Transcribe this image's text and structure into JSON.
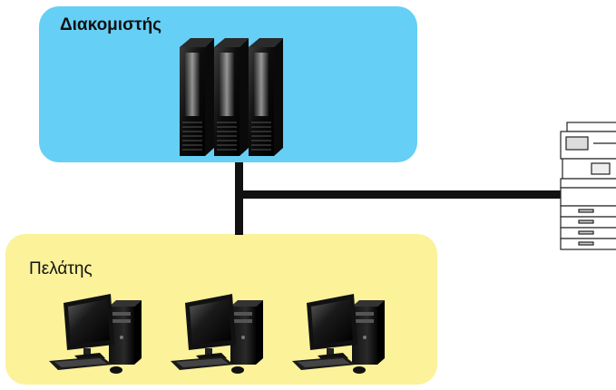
{
  "diagram": {
    "server_group": {
      "label": "Διακομιστής",
      "color": "#66cff5",
      "icon": "server-rack-icon"
    },
    "client_group": {
      "label": "Πελάτης",
      "color": "#fbf29a",
      "icon": "desktop-computer-icon",
      "computer_count": 3
    },
    "printer": {
      "icon": "multifunction-printer-icon"
    },
    "network_line_color": "#111111"
  }
}
